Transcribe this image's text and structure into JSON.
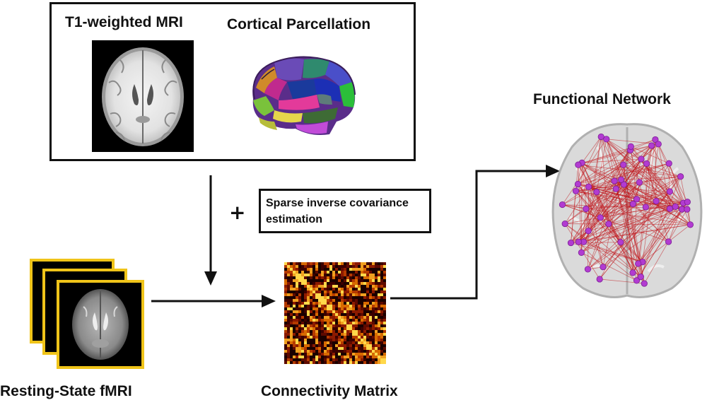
{
  "labels": {
    "t1_mri": "T1-weighted MRI",
    "cortical_parcellation": "Cortical Parcellation",
    "functional_network": "Functional Network",
    "resting_state": "Resting-State fMRI",
    "connectivity_matrix": "Connectivity Matrix"
  },
  "operator": "+",
  "estimation_box": {
    "line1": "Sparse inverse covariance",
    "line2": "estimation"
  },
  "colors": {
    "frame": "#111111",
    "fmri_frame": "#f0c419",
    "network_edge": "#c0161c",
    "network_node": "#b23bd1"
  }
}
